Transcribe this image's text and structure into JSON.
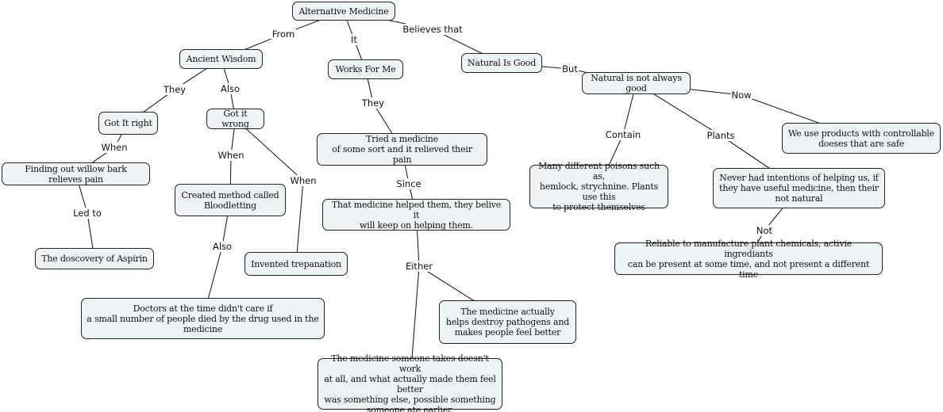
{
  "nodes": [
    {
      "id": "n0",
      "text": "Alternative Medicine"
    },
    {
      "id": "n1",
      "text": "Ancient Wisdom"
    },
    {
      "id": "n2",
      "text": "Works For Me"
    },
    {
      "id": "n3",
      "text": "Natural Is Good"
    },
    {
      "id": "n4",
      "text": "Natural is not always good"
    },
    {
      "id": "n5",
      "text": "Got It right"
    },
    {
      "id": "n6",
      "text": "Got it wrong"
    },
    {
      "id": "n7",
      "text": "Tried a medicine\nof some sort and it relieved their pain"
    },
    {
      "id": "n8",
      "text": "Finding out willow bark relieves pain"
    },
    {
      "id": "n9",
      "text": "Created method called\nBloodletting"
    },
    {
      "id": "n10",
      "text": "That medicine helped them, they belive it\nwill keep on helping them."
    },
    {
      "id": "n11",
      "text": "The doscovery of Aspirin"
    },
    {
      "id": "n12",
      "text": "Invented trepanation"
    },
    {
      "id": "n13",
      "text": "Doctors at the time didn't care if\na small number of people died by the drug used in the\nmedicine"
    },
    {
      "id": "n14",
      "text": "The medicine actually\nhelps destroy pathogens and\nmakes people feel better"
    },
    {
      "id": "n15",
      "text": "The medicine someone takes doesn't work\nat all, and what actually made them feel better\nwas something else, possible something\nsomeone ate earlier."
    },
    {
      "id": "n16",
      "text": "Many different poisons such as,\nhemlock, strychnine. Plants use this\nto protect themselves"
    },
    {
      "id": "n17",
      "text": "Never had intentions of helping us, if\nthey have useful medicine, then their\nnot natural"
    },
    {
      "id": "n18",
      "text": "We use products with controllable\ndoeses that are safe"
    },
    {
      "id": "n19",
      "text": "Reliable to manufacture plant chemicals, activie ingrediants\ncan be present at some time, and not present a different time"
    }
  ],
  "links": [
    {
      "from": "n0",
      "to": "n1",
      "label": "From"
    },
    {
      "from": "n0",
      "to": "n2",
      "label": "It"
    },
    {
      "from": "n0",
      "to": "n3",
      "label": "Believes that"
    },
    {
      "from": "n1",
      "to": "n5",
      "label": "They"
    },
    {
      "from": "n1",
      "to": "n6",
      "label": "Also"
    },
    {
      "from": "n2",
      "to": "n7",
      "label": "They"
    },
    {
      "from": "n5",
      "to": "n8",
      "label": "When"
    },
    {
      "from": "n6",
      "to": "n9",
      "label": "When"
    },
    {
      "from": "n6",
      "to": "n12",
      "label": "When"
    },
    {
      "from": "n7",
      "to": "n10",
      "label": "Since"
    },
    {
      "from": "n8",
      "to": "n11",
      "label": "Led to"
    },
    {
      "from": "n9",
      "to": "n13",
      "label": "Also"
    },
    {
      "from": "n10",
      "to": [
        "n14",
        "n15"
      ],
      "label": "Either"
    },
    {
      "from": "n3",
      "to": "n4",
      "label": "But"
    },
    {
      "from": "n4",
      "to": "n18",
      "label": "Now"
    },
    {
      "from": "n4",
      "to": "n16",
      "label": "Contain"
    },
    {
      "from": "n4",
      "to": "n17",
      "label": "Plants"
    },
    {
      "from": "n17",
      "to": "n19",
      "label": "Not"
    }
  ],
  "colors": {
    "node_fill": "#eef3f5",
    "node_border": "#222222",
    "line": "#222222"
  }
}
